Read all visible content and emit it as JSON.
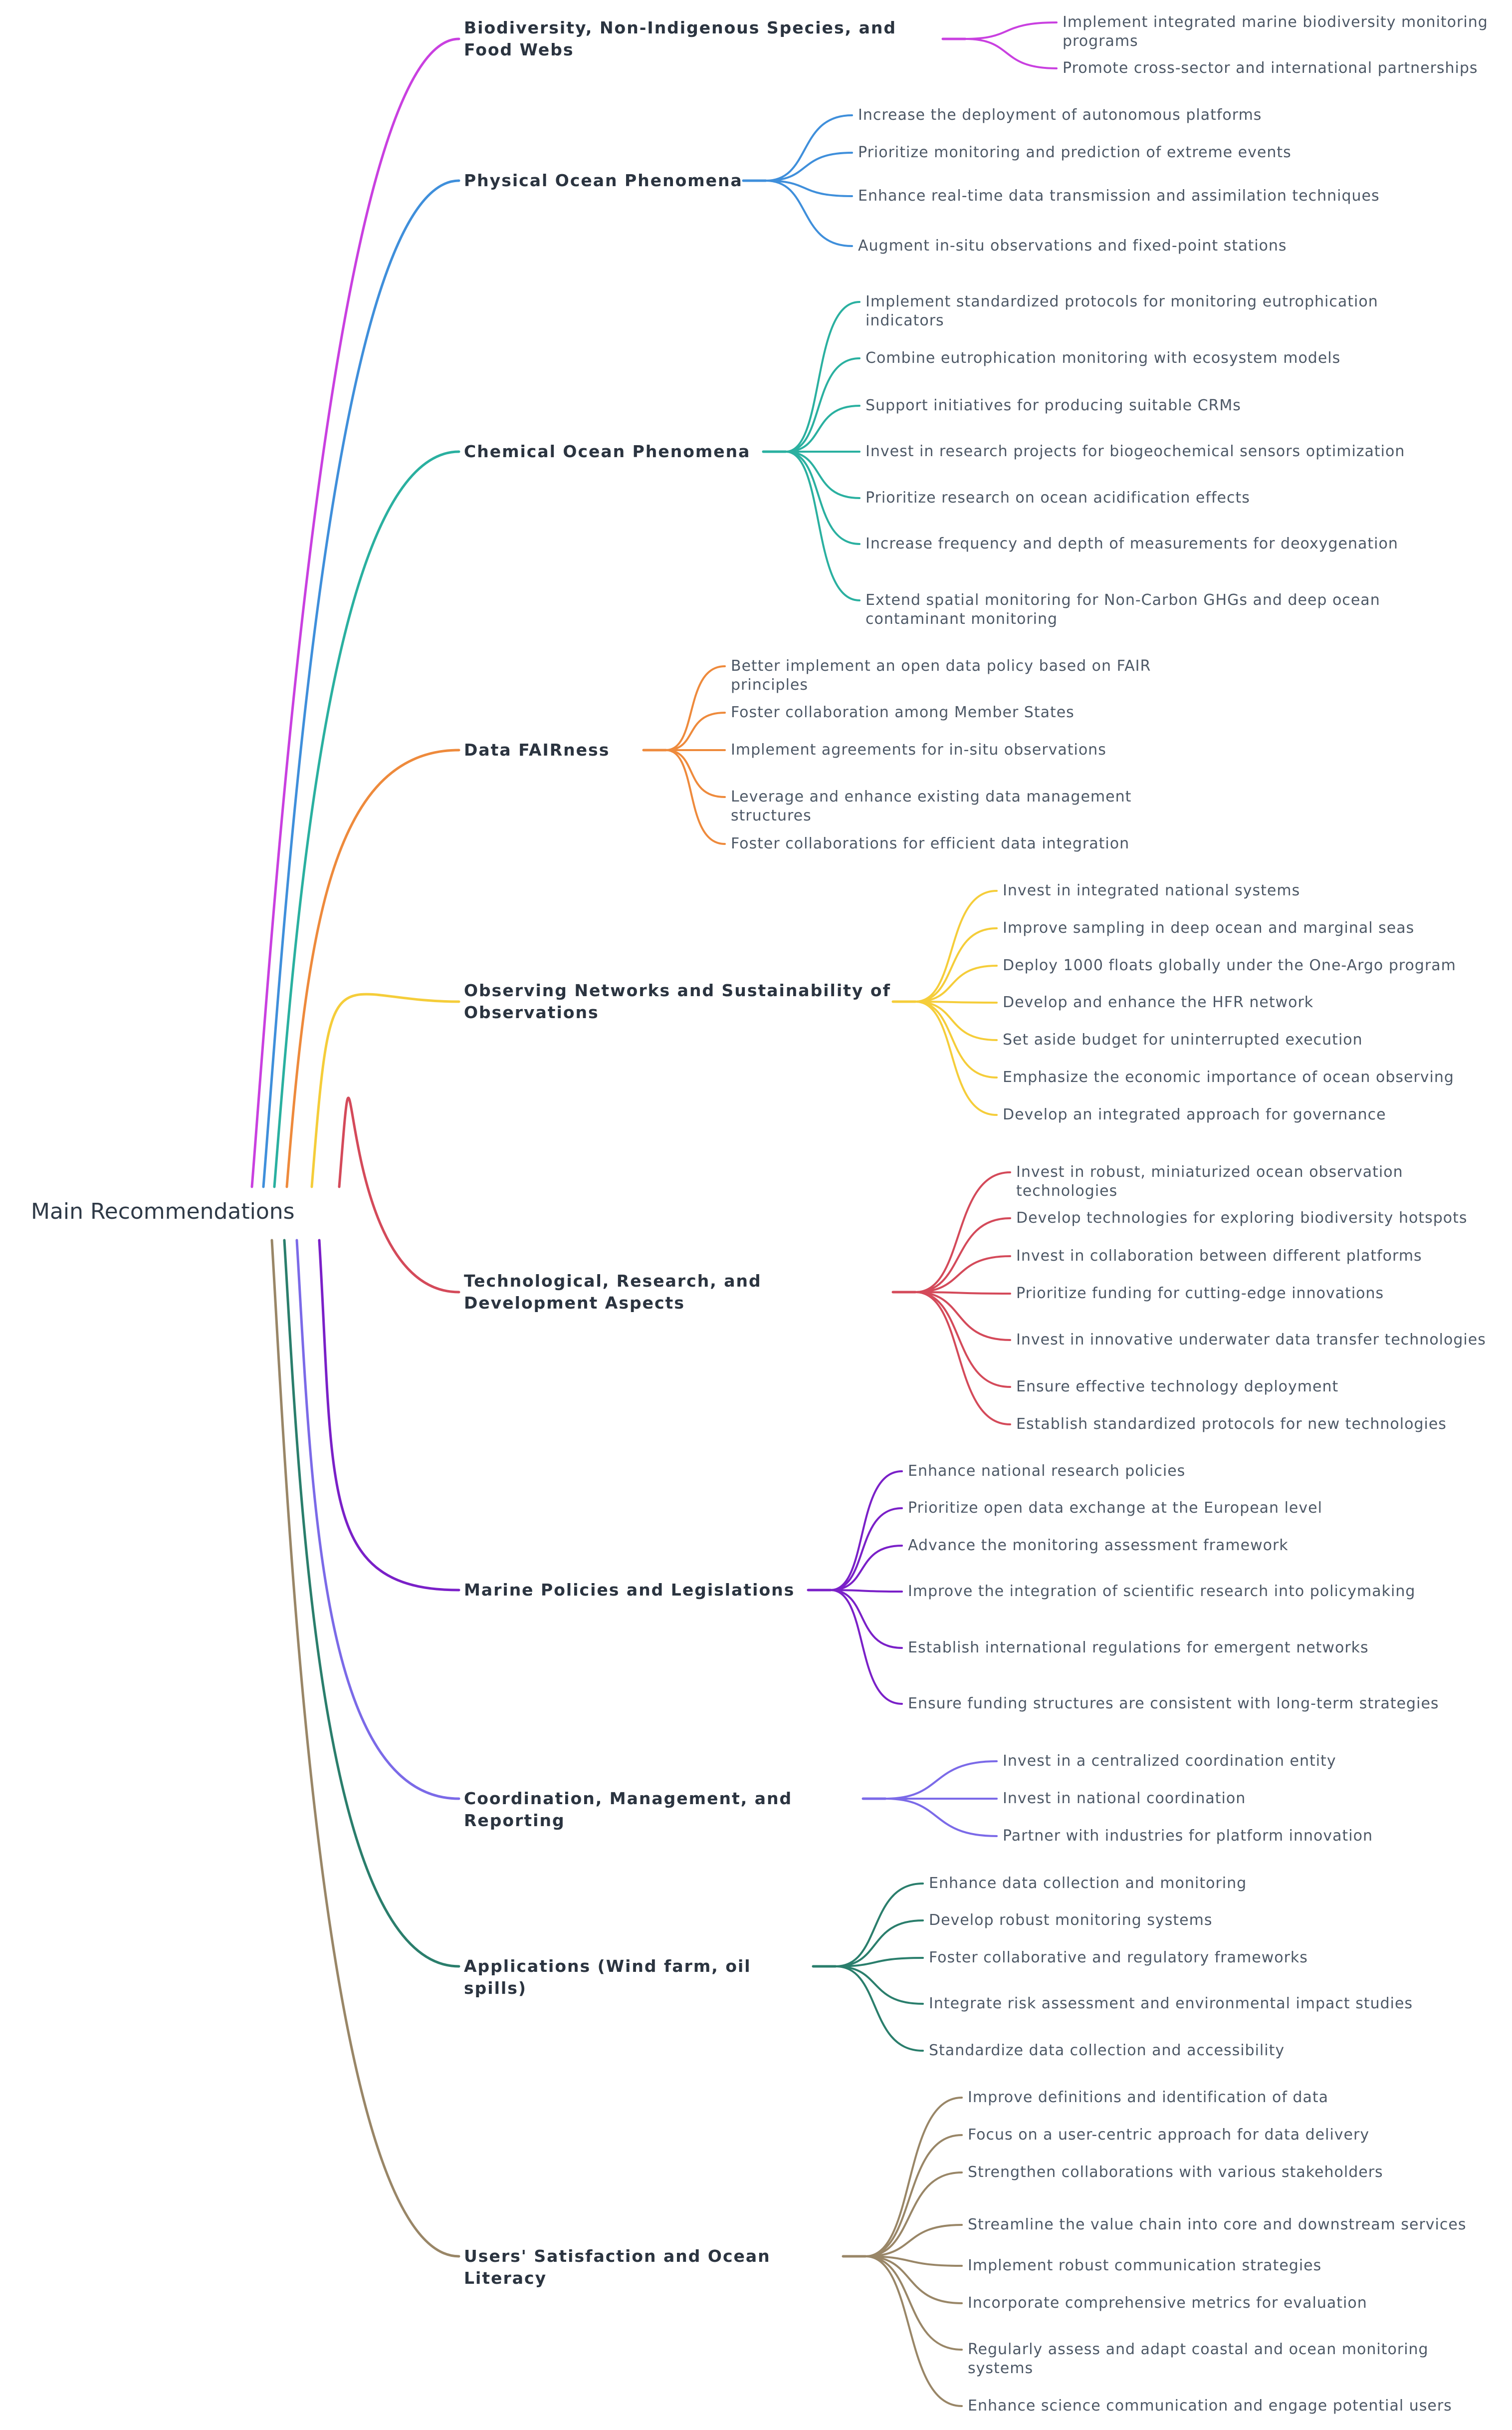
{
  "root": {
    "label": "Main Recommendations"
  },
  "branches": [
    {
      "label": "Biodiversity, Non-Indigenous Species, and Food Webs",
      "color": "#c940e0",
      "children": [
        "Implement integrated marine biodiversity monitoring programs",
        "Promote cross-sector and international partnerships"
      ]
    },
    {
      "label": "Physical Ocean Phenomena",
      "color": "#3f8fdb",
      "children": [
        "Increase the deployment of autonomous platforms",
        "Prioritize monitoring and prediction of extreme events",
        "Enhance real-time data transmission and assimilation techniques",
        "Augment in-situ observations and fixed-point stations"
      ]
    },
    {
      "label": "Chemical Ocean Phenomena",
      "color": "#2ab0a0",
      "children": [
        "Implement standardized protocols for monitoring eutrophication indicators",
        "Combine eutrophication monitoring with ecosystem models",
        "Support initiatives for producing suitable CRMs",
        "Invest in research projects for biogeochemical sensors optimization",
        "Prioritize research on ocean acidification effects",
        "Increase frequency and depth of measurements for deoxygenation",
        "Extend spatial monitoring for Non-Carbon GHGs and deep ocean contaminant monitoring"
      ]
    },
    {
      "label": "Data FAIRness",
      "color": "#ee8a3c",
      "children": [
        "Better implement an open data policy based on FAIR principles",
        "Foster collaboration among Member States",
        "Implement agreements for in-situ observations",
        "Leverage and enhance existing data management structures",
        "Foster collaborations for efficient data integration"
      ]
    },
    {
      "label": "Observing Networks and Sustainability of Observations",
      "color": "#f5cd3a",
      "children": [
        "Invest in integrated national systems",
        "Improve sampling in deep ocean and marginal seas",
        "Deploy 1000 floats globally under the One-Argo program",
        "Develop and enhance the HFR network",
        "Set aside budget for uninterrupted execution",
        "Emphasize the economic importance of ocean observing",
        "Develop an integrated approach for governance"
      ]
    },
    {
      "label": "Technological, Research, and Development Aspects",
      "color": "#d44a5a",
      "children": [
        "Invest in robust, miniaturized ocean observation technologies",
        "Develop technologies for exploring biodiversity hotspots",
        "Invest in collaboration between different platforms",
        "Prioritize funding for cutting-edge innovations",
        "Invest in innovative underwater data transfer technologies",
        "Ensure effective technology deployment",
        "Establish standardized protocols for new technologies"
      ]
    },
    {
      "label": "Marine Policies and Legislations",
      "color": "#7a20c8",
      "children": [
        "Enhance national research policies",
        "Prioritize open data exchange at the European level",
        "Advance the monitoring assessment framework",
        "Improve the integration of scientific research into policymaking",
        "Establish international regulations for emergent networks",
        "Ensure funding structures are consistent with long-term strategies"
      ]
    },
    {
      "label": "Coordination, Management, and Reporting",
      "color": "#7b6ae8",
      "children": [
        "Invest in a centralized coordination entity",
        "Invest in national coordination",
        "Partner with industries for platform innovation"
      ]
    },
    {
      "label": "Applications (Wind farm, oil spills)",
      "color": "#2a7e6c",
      "children": [
        "Enhance data collection and monitoring",
        "Develop robust monitoring systems",
        "Foster collaborative and regulatory frameworks",
        "Integrate risk assessment and environmental impact studies",
        "Standardize data collection and accessibility"
      ]
    },
    {
      "label": "Users' Satisfaction and Ocean Literacy",
      "color": "#998667",
      "children": [
        "Improve definitions and identification of data",
        "Focus on a user-centric approach for data delivery",
        "Strengthen collaborations with various stakeholders",
        "Streamline the value chain into core and downstream services",
        "Implement robust communication strategies",
        "Incorporate comprehensive metrics for evaluation",
        "Regularly assess and adapt coastal and ocean monitoring systems",
        "Enhance science communication and engage potential users"
      ]
    }
  ]
}
